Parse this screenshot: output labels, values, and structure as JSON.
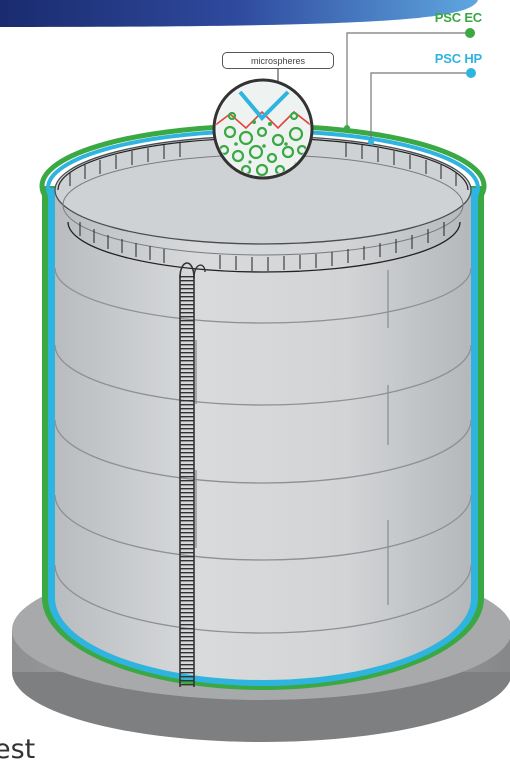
{
  "labels": {
    "psc_ec": "PSC EC",
    "psc_hp": "PSC HP",
    "microspheres": "microspheres"
  },
  "corner_text": "est",
  "colors": {
    "banner": "#1a2b6e",
    "psc_ec": "#3aa843",
    "psc_hp": "#2fb4df",
    "tank_body": "#d3d5d7",
    "tank_roof": "#cfd2d4",
    "base": "#9a9c9e",
    "ladder": "#333333",
    "seam": "#8d9094"
  }
}
